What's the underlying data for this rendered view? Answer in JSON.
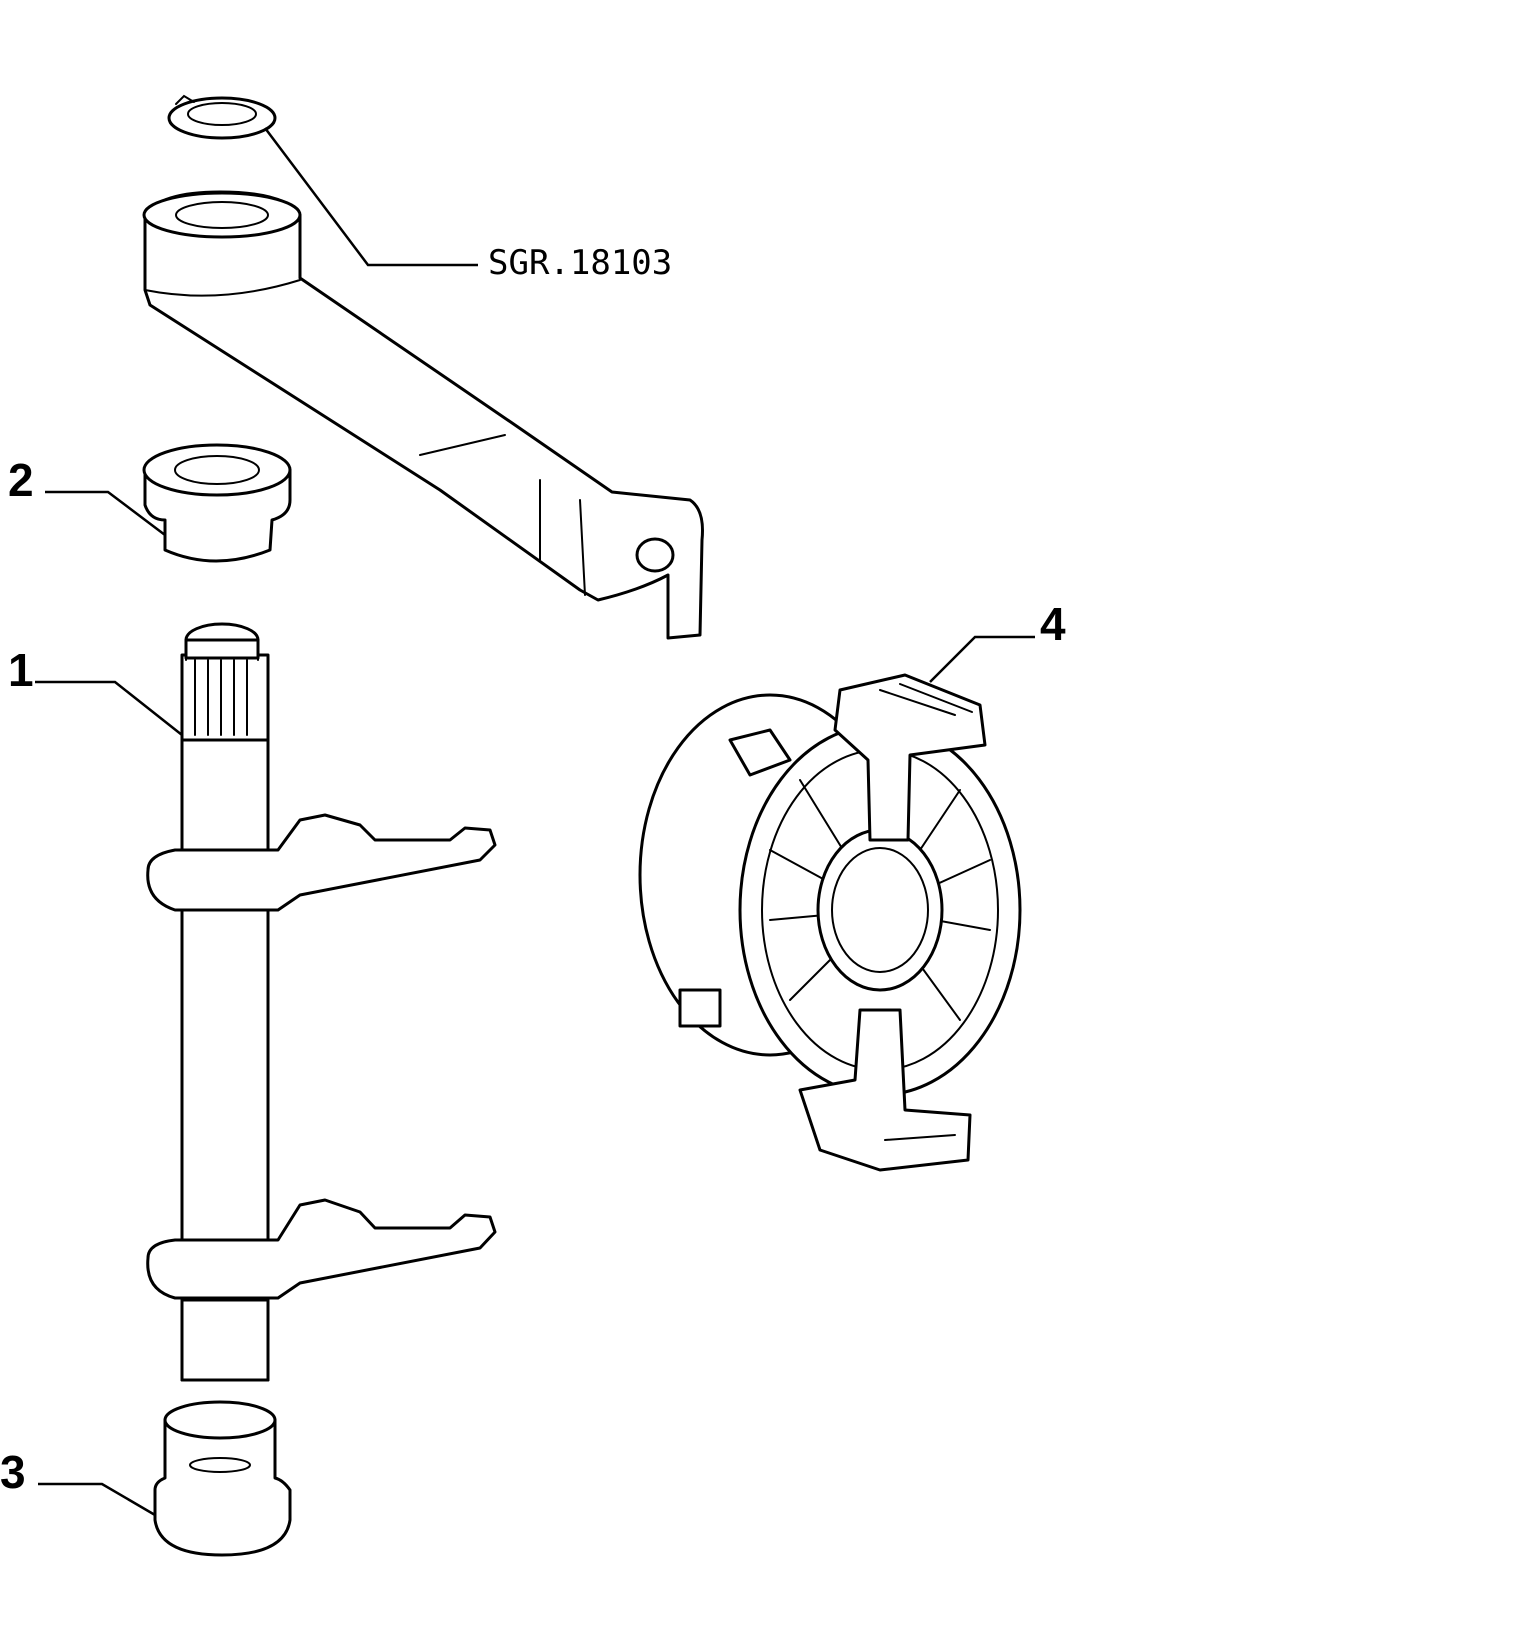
{
  "callouts": [
    {
      "id": "1",
      "label": "1"
    },
    {
      "id": "2",
      "label": "2"
    },
    {
      "id": "3",
      "label": "3"
    },
    {
      "id": "4",
      "label": "4"
    }
  ],
  "reference_code": "SGR.18103"
}
